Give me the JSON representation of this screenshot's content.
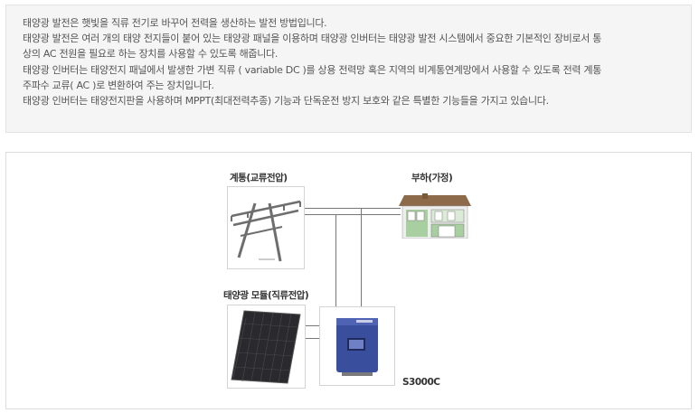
{
  "info": {
    "lines": [
      "태양광 발전은 햇빛을 직류 전기로 바꾸어 전력을 생산하는 발전 방법입니다.",
      "태양광 발전은 여러 개의 태양 전지들이 붙어 있는 태양광 패널을 이용하며 태양광 인버터는 태양광 발전 시스템에서 중요한 기본적인 장비로서 통",
      "상의 AC 전원을 필요로 하는 장치를 사용할 수 있도록 해줍니다.",
      "태양광 인버터는 태양전지 패널에서 발생한 가변 직류 ( variable DC )를 상용 전력망 혹은 지역의 비계통연계망에서 사용할 수 있도록 전력 계통",
      "주파수 교류( AC )로 변환하여 주는 장치입니다.",
      "태양광 인버터는 태양전지판을 사용하며 MPPT(최대전력추종) 기능과 단독운전 방지 보호와 같은 특별한 기능들을 가지고 있습니다."
    ]
  },
  "diagram": {
    "grid_label": "계통(교류전압)",
    "load_label": "부하(가정)",
    "module_label": "태양광 모듈(직류전압)",
    "inverter_model": "S3000C"
  },
  "colors": {
    "panel_bg": "#f5f5f5",
    "text": "#555555",
    "inverter": "#3a4e9e",
    "roof": "#8c6a4a",
    "house_wall": "#a8cfa0"
  }
}
